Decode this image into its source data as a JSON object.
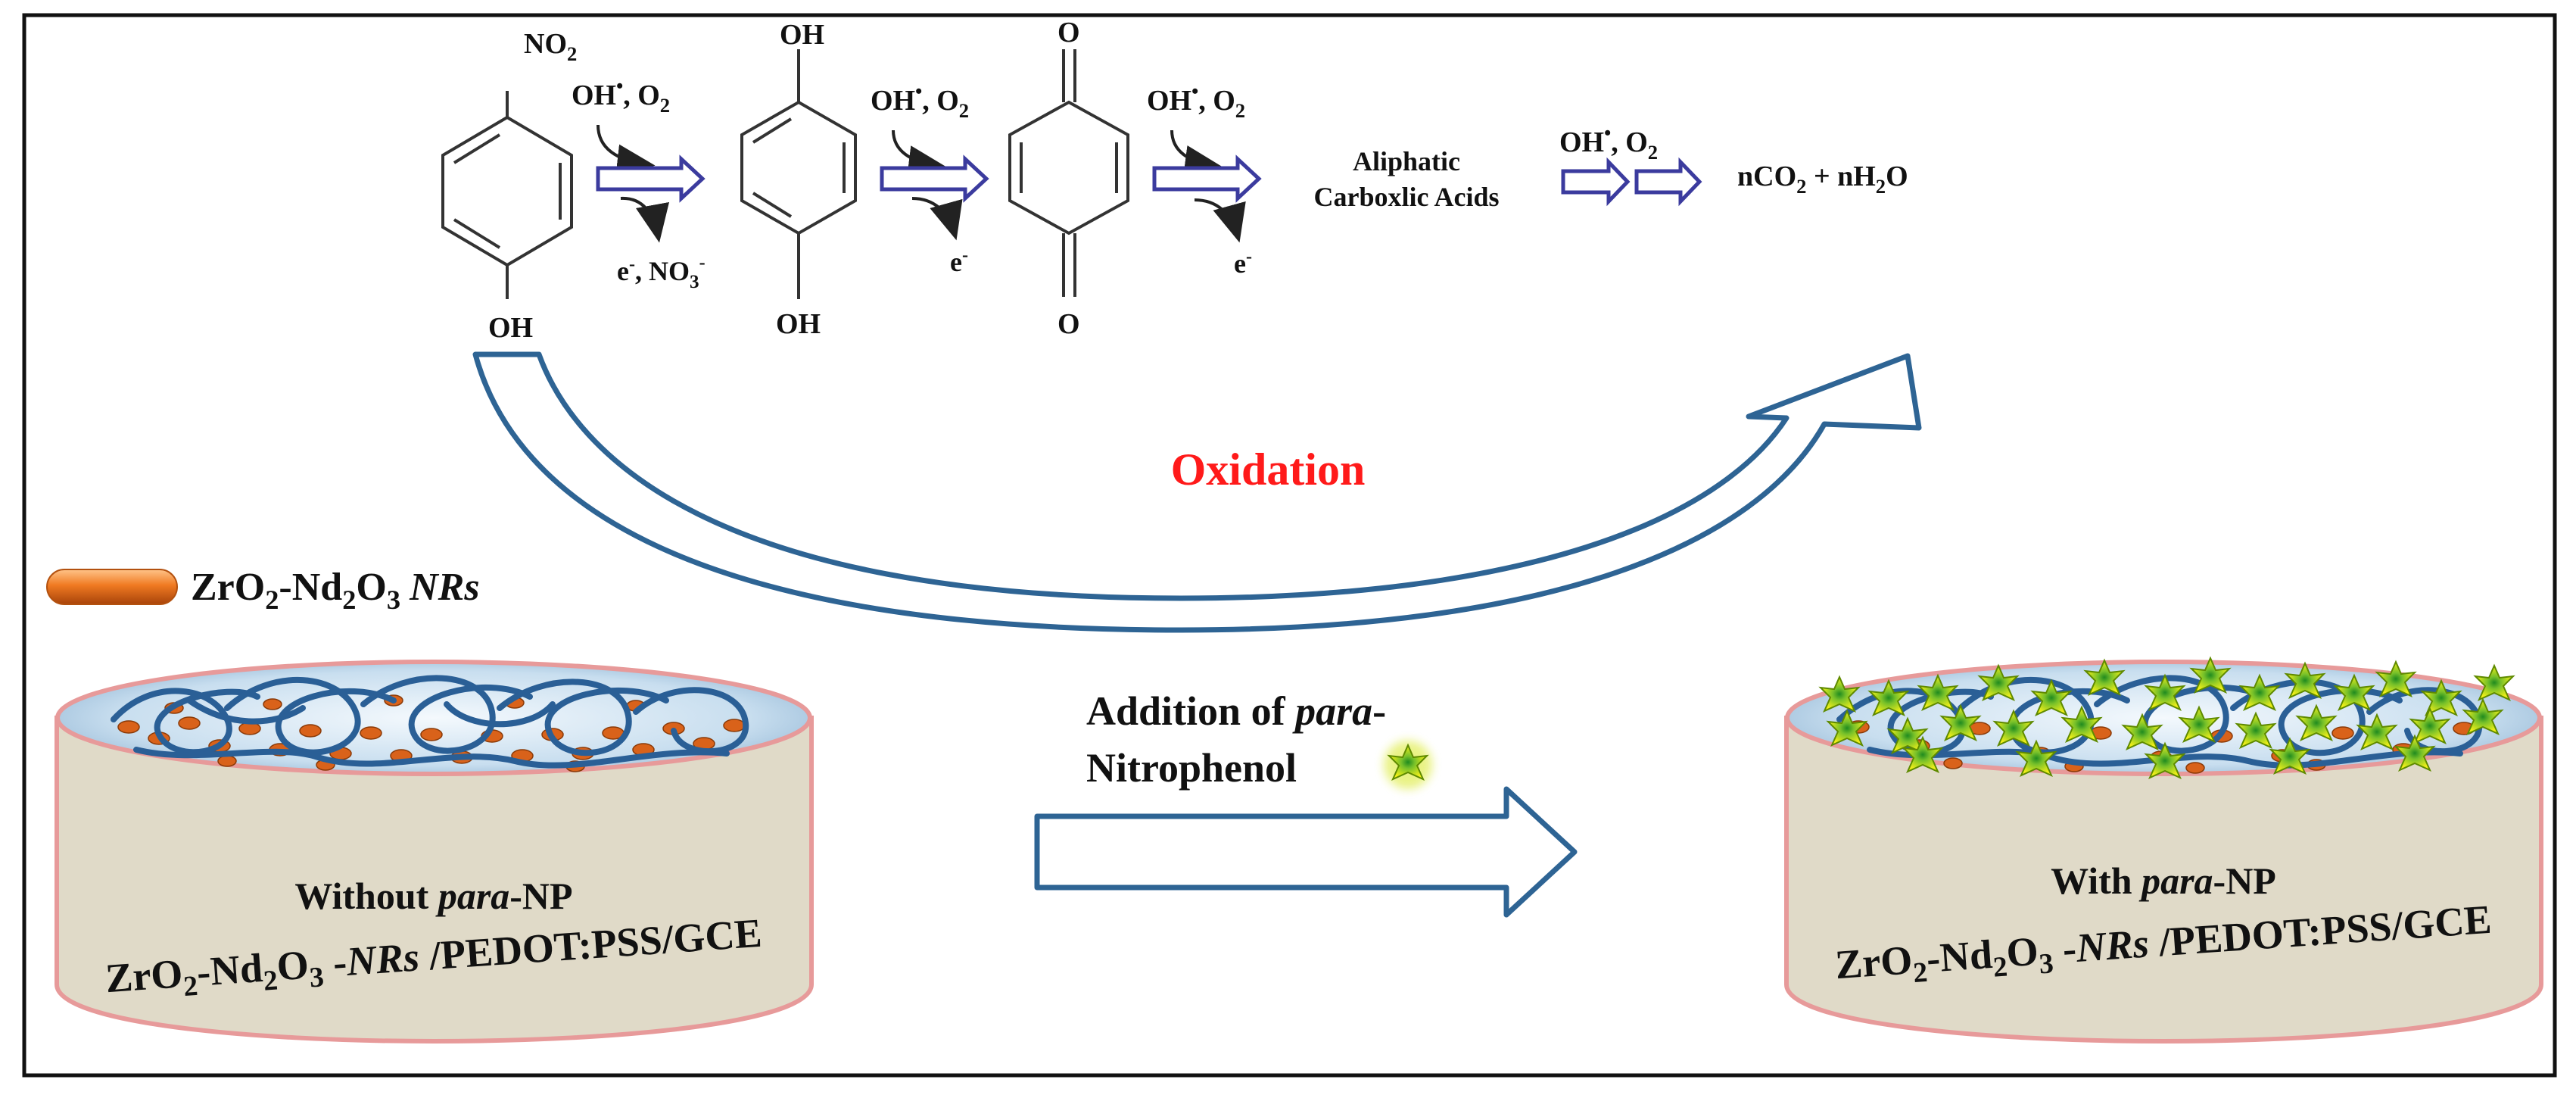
{
  "reaction": {
    "nitrophenol_top": "NO",
    "nitrophenol_top_sub": "2",
    "nitrophenol_bottom": "OH",
    "step1_reagent_a": "OH",
    "step1_reagent_dot": "•",
    "step1_reagent_b": ", O",
    "step1_reagent_b_sub": "2",
    "step1_byproduct": "e",
    "step1_byproduct_sup": "-",
    "step1_byproduct_b": ", NO",
    "step1_byproduct_b_sub": "3",
    "step1_byproduct_b_sup": "-",
    "hydroquinone_top": "OH",
    "hydroquinone_bottom": "OH",
    "step2_reagent_a": "OH",
    "step2_reagent_dot": "•",
    "step2_reagent_b": ", O",
    "step2_reagent_b_sub": "2",
    "step2_byproduct": "e",
    "step2_byproduct_sup": "-",
    "benzoquinone_top": "O",
    "benzoquinone_bottom": "O",
    "step3_reagent_a": "OH",
    "step3_reagent_dot": "•",
    "step3_reagent_b": ", O",
    "step3_reagent_b_sub": "2",
    "step3_byproduct": "e",
    "step3_byproduct_sup": "-",
    "acids_line1": "Aliphatic",
    "acids_line2": "Carboxlic Acids",
    "step4_reagent_a": "OH",
    "step4_reagent_dot": "•",
    "step4_reagent_b": ", O",
    "step4_reagent_b_sub": "2",
    "product_a": "nCO",
    "product_a_sub": "2",
    "product_b": " + nH",
    "product_b_sub": "2",
    "product_c": "O"
  },
  "oxidation_label": "Oxidation",
  "legend": {
    "p1": "ZrO",
    "s1": "2",
    "p2": "-Nd",
    "s2": "2",
    "p3": "O",
    "s3": "3",
    "italic": "NRs"
  },
  "addition": {
    "line1_prefix": "Addition of ",
    "line1_italic": "para",
    "line1_suffix": "-",
    "line2": "Nitrophenol"
  },
  "left_electrode": {
    "title_prefix": "Without ",
    "title_italic": "para",
    "title_suffix": "-NP",
    "f1": "ZrO",
    "f1s": "2",
    "f2": "-Nd",
    "f2s": "2",
    "f3": "O",
    "f3s": "3",
    "f4": " -",
    "f4i": "NRs",
    "f5": " /PEDOT:PSS/GCE"
  },
  "right_electrode": {
    "title_prefix": "With ",
    "title_italic": "para",
    "title_suffix": "-NP",
    "f1": "ZrO",
    "f1s": "2",
    "f2": "-Nd",
    "f2s": "2",
    "f3": "O",
    "f3s": "3",
    "f4": " -",
    "f4i": "NRs",
    "f5": " /PEDOT:PSS/GCE"
  },
  "colors": {
    "process_arrow": "#2e6494",
    "mechanism_arrow": "#3b3b9e",
    "oxidation": "#ff1a1a",
    "formula": "#8b1010",
    "electrode_body": "#e0dac8",
    "electrode_rim": "#e79a9a",
    "electrode_top": "#c6dcec",
    "nanorod": "#e06a1c",
    "polymer": "#2a5f96",
    "star": "#d8e820"
  }
}
